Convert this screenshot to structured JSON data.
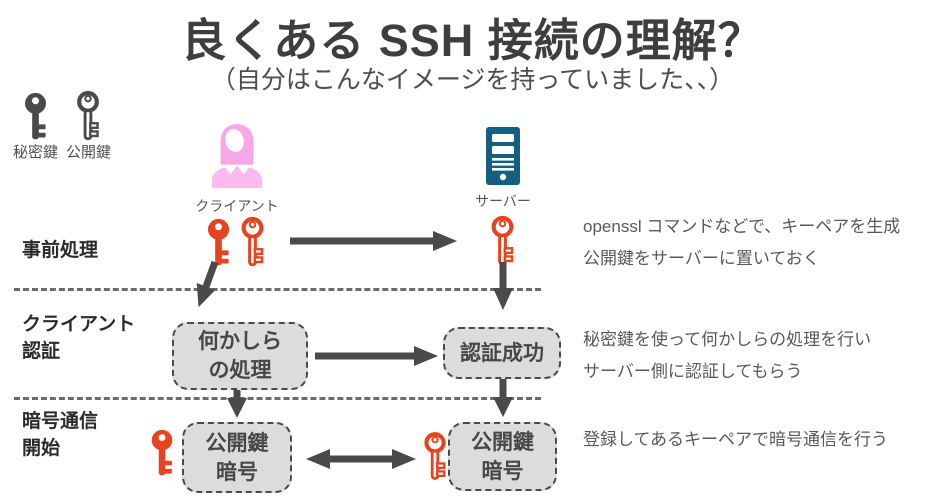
{
  "page": {
    "title": "良くある SSH 接続の理解？",
    "subtitle": "（自分はこんなイメージを持っていました、、）"
  },
  "legend": {
    "private_key": "秘密鍵",
    "public_key": "公開鍵"
  },
  "actors": {
    "client": "クライアント",
    "server": "サーバー"
  },
  "rows": [
    {
      "label_line1": "事前処理",
      "label_line2": "",
      "note_line1": "openssl コマンドなどで、キーペアを生成",
      "note_line2": "公開鍵をサーバーに置いておく"
    },
    {
      "label_line1": "クライアント",
      "label_line2": "認証",
      "note_line1": "秘密鍵を使って何かしらの処理を行い",
      "note_line2": "サーバー側に認証してもらう"
    },
    {
      "label_line1": "暗号通信",
      "label_line2": "開始",
      "note_line1": "登録してあるキーペアで暗号通信を行う",
      "note_line2": ""
    }
  ],
  "boxes": {
    "process_line1": "何かしら",
    "process_line2": "の処理",
    "auth_success": "認証成功",
    "client_crypto_line1": "公開鍵",
    "client_crypto_line2": "暗号",
    "server_crypto_line1": "公開鍵",
    "server_crypto_line2": "暗号"
  },
  "colors": {
    "key_red": "#e8421f",
    "icon_gray": "#4a4a4a",
    "client_pink": "#f7a6e6",
    "client_pink_light": "#fbb9ef",
    "server_teal": "#16607f",
    "arrow_gray": "#4a4a4a",
    "box_fill": "#dcdcdc"
  }
}
